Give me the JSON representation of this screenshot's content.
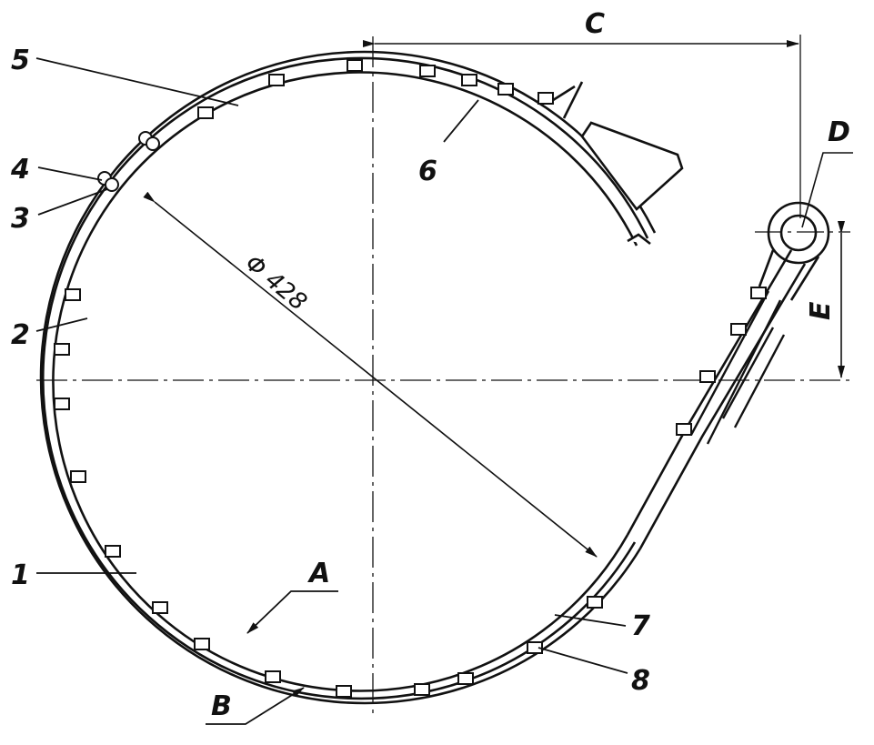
{
  "diagram": {
    "diameter_label": "Φ 428",
    "labels": {
      "part1": "1",
      "part2": "2",
      "part3": "3",
      "part4": "4",
      "part5": "5",
      "part6": "6",
      "part7": "7",
      "part8": "8",
      "section_a": "A",
      "section_b": "B",
      "dim_c": "C",
      "dim_d": "D",
      "dim_e": "E"
    }
  }
}
